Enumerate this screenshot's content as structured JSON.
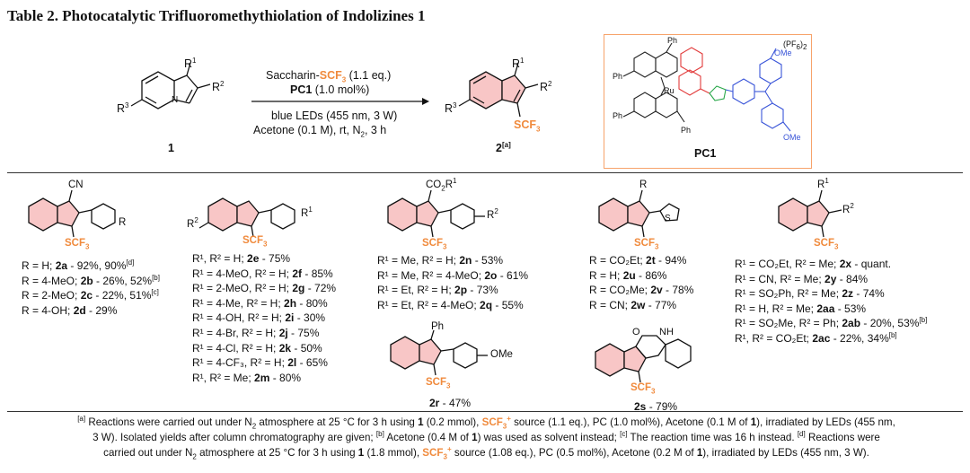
{
  "title": "Table 2. Photocatalytic Trifluoromethythiolation of Indolizines 1",
  "scheme": {
    "reagent_prefix": "Saccharin-",
    "reagent_scf3": "SCF",
    "reagent_sub": "3",
    "reagent_eq": " (1.1 eq.)",
    "pc_name": "PC1",
    "pc_loading": " (1.0 mol%)",
    "light": "blue LEDs (455 nm, 3 W)",
    "cond_a": "Acetone (0.1 M), rt, N",
    "cond_sub": "2",
    "cond_b": ", 3 h",
    "sm_label": "1",
    "prod_label": "2",
    "prod_sup": "[a]",
    "r1": "R",
    "r1_sup": "1",
    "r2_sup": "2",
    "r3_sup": "3",
    "pc1_label": "PC1",
    "pf6": "(PF",
    "pf6_sub": "6",
    "pf6_end": ")",
    "pf6_sub2": "2",
    "ru": "Ru",
    "ph": "Ph",
    "ome": "OMe",
    "n": "N"
  },
  "substituents": {
    "cn": "CN",
    "co2r": "CO",
    "co2r_sub": "2",
    "co2r_end": "R",
    "co2r_sup": "1",
    "scf3": "SCF",
    "scf3_sub": "3",
    "r": "R",
    "r2": "R",
    "r2_sup": "2",
    "r1": "R",
    "r1_sup": "1",
    "ome": "OMe",
    "ph": "Ph",
    "nh": "NH",
    "o": "O"
  },
  "col1": [
    {
      "pre": "R = H; ",
      "cpd": "2a",
      "post": " - 92%, 90%",
      "sup": "[d]"
    },
    {
      "pre": "R = 4-MeO; ",
      "cpd": "2b",
      "post": " - 26%, 52%",
      "sup": "[b]"
    },
    {
      "pre": "R = 2-MeO; ",
      "cpd": "2c",
      "post": " - 22%, 51%",
      "sup": "[c]"
    },
    {
      "pre": "R = 4-OH; ",
      "cpd": "2d",
      "post": " - 29%",
      "sup": ""
    }
  ],
  "col2": [
    {
      "pre": "R¹, R² = H; ",
      "cpd": "2e",
      "post": " - 75%"
    },
    {
      "pre": "R¹ = 4-MeO, R² = H; ",
      "cpd": "2f",
      "post": " - 85%"
    },
    {
      "pre": "R¹ = 2-MeO, R² = H; ",
      "cpd": "2g",
      "post": " - 72%"
    },
    {
      "pre": "R¹ = 4-Me, R² = H; ",
      "cpd": "2h",
      "post": " - 80%"
    },
    {
      "pre": "R¹ = 4-OH, R² = H; ",
      "cpd": "2i",
      "post": " - 30%"
    },
    {
      "pre": "R¹ = 4-Br, R² = H; ",
      "cpd": "2j",
      "post": " - 75%"
    },
    {
      "pre": "R¹ = 4-Cl, R² = H; ",
      "cpd": "2k",
      "post": " - 50%"
    },
    {
      "pre": "R¹ = 4-CF₃, R² = H; ",
      "cpd": "2l",
      "post": " - 65%"
    },
    {
      "pre": "R¹, R² = Me; ",
      "cpd": "2m",
      "post": " - 80%"
    }
  ],
  "col3": [
    {
      "pre": "R¹ = Me, R² = H; ",
      "cpd": "2n",
      "post": " - 53%"
    },
    {
      "pre": "R¹ = Me, R² = 4-MeO; ",
      "cpd": "2o",
      "post": " - 61%"
    },
    {
      "pre": "R¹ = Et, R² = H; ",
      "cpd": "2p",
      "post": " - 73%"
    },
    {
      "pre": "R¹ = Et, R² = 4-MeO; ",
      "cpd": "2q",
      "post": " - 55%"
    }
  ],
  "c3b": {
    "cpd": "2r",
    "post": " - 47%"
  },
  "col4": [
    {
      "pre": "R = CO₂Et; ",
      "cpd": "2t",
      "post": " - 94%"
    },
    {
      "pre": "R = H; ",
      "cpd": "2u",
      "post": " - 86%"
    },
    {
      "pre": "R = CO₂Me; ",
      "cpd": "2v",
      "post": " - 78%"
    },
    {
      "pre": "R = CN; ",
      "cpd": "2w",
      "post": " - 77%"
    }
  ],
  "c4b": {
    "cpd": "2s",
    "post": " - 79%"
  },
  "col5": [
    {
      "pre": "R¹ = CO₂Et, R² = Me; ",
      "cpd": "2x",
      "post": " - quant.",
      "sup": ""
    },
    {
      "pre": "R¹ = CN, R² = Me; ",
      "cpd": "2y",
      "post": " - 84%",
      "sup": ""
    },
    {
      "pre": "R¹ = SO₂Ph, R² = Me; ",
      "cpd": "2z",
      "post": " - 74%",
      "sup": ""
    },
    {
      "pre": "R¹ = H, R² = Me; ",
      "cpd": "2aa",
      "post": " - 53%",
      "sup": ""
    },
    {
      "pre": "R¹ = SO₂Me, R² = Ph; ",
      "cpd": "2ab",
      "post": " - 20%, 53%",
      "sup": "[b]"
    },
    {
      "pre": "R¹, R² = CO₂Et; ",
      "cpd": "2ac",
      "post": " - 22%, 34%",
      "sup": "[b]"
    }
  ],
  "footnote": {
    "a_mark": "[a]",
    "l1a": " Reactions were carried out under N",
    "n2": "2",
    "l1b": " atmosphere at 25 °C for 3 h using ",
    "one": "1",
    "l1c": " (0.2 mmol), ",
    "scf3": "SCF",
    "scf3_sub": "3",
    "plus": "+",
    "l1d": " source (1.1 eq.), PC (1.0 mol%), Acetone (0.1 M of ",
    "l1e": "), irradiated by LEDs (455 nm,",
    "l2a": "3 W). Isolated yields after column chromatography are given; ",
    "b_mark": "[b]",
    "l2b": " Acetone (0.4 M of ",
    "l2c": ") was used as solvent instead; ",
    "c_mark": "[c]",
    "l2d": " The reaction time was 16 h instead. ",
    "d_mark": "[d]",
    "l2e": " Reactions were",
    "l3a": "carried out under N",
    "l3b": " atmosphere at 25 °C for 3 h using ",
    "l3c": " (1.8 mmol), ",
    "l3d": " source (1.08 eq.), PC (0.5 mol%), Acetone (0.2 M of ",
    "l3e": "), irradiated by LEDs (455 nm, 3 W)."
  }
}
